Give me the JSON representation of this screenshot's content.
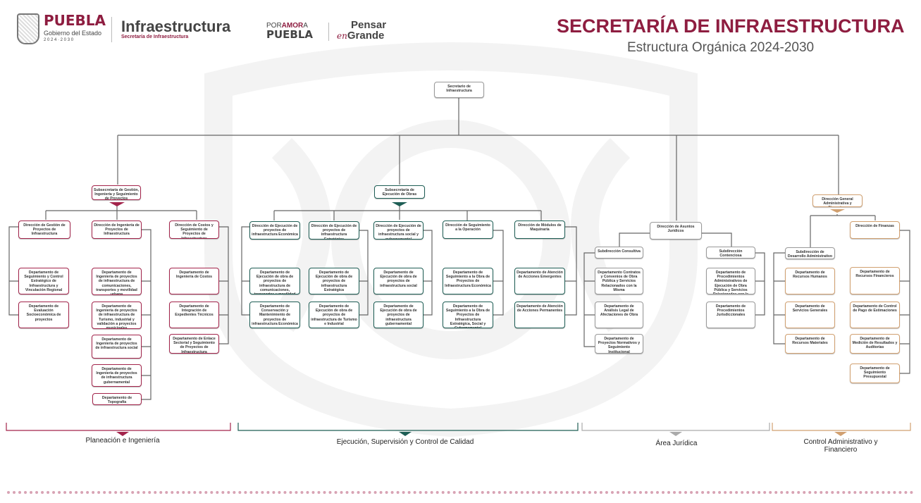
{
  "header": {
    "logo_puebla": {
      "name": "PUEBLA",
      "sub": "Gobierno del Estado",
      "years": "2 0 2 4 · 2 0 3 0"
    },
    "logo_infra": {
      "name": "Infraestructura",
      "sub": "Secretaría de Infraestructura"
    },
    "logo_amor": {
      "top_a": "POR",
      "top_b": "AMOR",
      "top_c": "A",
      "bottom": "PUEBLA"
    },
    "logo_pensar": {
      "top": "Pensar",
      "en": "en",
      "bottom": "Grande"
    },
    "title": "SECRETARÍA DE INFRAESTRUCTURA",
    "subtitle": "Estructura Orgánica 2024-2030"
  },
  "colors": {
    "maroon": "#a3244b",
    "green": "#1e5e55",
    "gray": "#999999",
    "orange": "#d1a070"
  },
  "secretario": "Secretario de Infraestructura",
  "sections": [
    {
      "head": "Subsecretaría de Gestión, Ingeniería y Seguimiento de Proyectos",
      "footer_label": "Planeación e Ingeniería",
      "direcciones": [
        {
          "title": "Dirección de Gestión de Proyectos de Infraestructura",
          "departments": [
            "Departamento de Seguimiento y Control Estratégico de Infraestructura y Vinculación Regional",
            "Departamento de Evaluación Socioeconómica de proyectos"
          ]
        },
        {
          "title": "Dirección de Ingeniería de Proyectos de Infraestructura",
          "departments": [
            "Departamento de Ingeniería de proyectos de infraestructura de comunicaciones, transportes y movilidad urbana",
            "Departamento de Ingeniería de proyectos de infraestructura de Turismo, industrial y validación a proyectos municipales",
            "Departamento de Ingeniería de proyectos de infraestructura social",
            "Departamento de Ingeniería de proyectos de infraestructura gubernamental",
            "Departamento de Topografía"
          ]
        },
        {
          "title": "Dirección de Costos y Seguimiento de Proyectos de Infraestructura",
          "departments": [
            "Departamento de Ingeniería de Costos",
            "Departamento de Integración de Expedientes Técnicos",
            "Departamento de Enlace Sectorial y Seguimiento de Proyectos de Infraestructura"
          ]
        }
      ]
    },
    {
      "head": "Subsecretaría de Ejecución de Obras",
      "footer_label": "Ejecución, Supervisión y Control de Calidad",
      "direcciones": [
        {
          "title": "Dirección de Ejecución de proyectos de infraestructura Económica",
          "departments": [
            "Departamento de Ejecución de obra de proyectos de infraestructura de comunicaciones, transportes y movilidad urbana",
            "Departamento de Conservación y Mantenimiento de proyectos de infraestructura Económica"
          ]
        },
        {
          "title": "Dirección de Ejecución de proyectos de infraestructura Estratégica",
          "departments": [
            "Departamento de Ejecución de obra de proyectos de infraestructura Estratégica",
            "Departamento de Ejecución de obra de proyectos de infraestructura de Turismo e Industrial"
          ]
        },
        {
          "title": "Dirección de Ejecución de proyectos de infraestructura social y gubernamental",
          "departments": [
            "Departamento de Ejecución de obra de proyectos de infraestructura social",
            "Departamento de Ejecución de obra de proyectos de infraestructura gubernamental"
          ]
        },
        {
          "title": "Dirección de Seguimiento a la Operación",
          "departments": [
            "Departamento de Seguimiento a la Obra de Proyectos de Infraestructura Económica",
            "Departamento de Seguimiento a la Obra de Proyectos de Infraestructura Estratégica, Social y Gubernamental"
          ]
        },
        {
          "title": "Dirección de Módulos de Maquinaria",
          "departments": [
            "Departamento de Atención de Acciones Emergentes",
            "Departamento de Atención de Acciones Permanentes"
          ]
        }
      ]
    },
    {
      "head": "Dirección de Asuntos Jurídicos",
      "footer_label": "Área Jurídica",
      "direcciones": [
        {
          "title": "Subdirección Consultiva",
          "departments": [
            "Departamento Contratos y Convenios de Obra Pública y Servicios Relacionados con la Misma",
            "Departamento de Análisis Legal de Afectaciones de Obra",
            "Departamento de Proyectos Normativos y Seguimiento Institucional"
          ]
        },
        {
          "title": "Subdirección Contenciosa",
          "departments": [
            "Departamento de Procedimientos Administrativos de Ejecución de Obra Pública y Servicios Relacionados con la Misma",
            "Departamento de Procedimientos Jurisdiccionales"
          ]
        }
      ]
    },
    {
      "head": "Dirección General Administrativa y Financiera",
      "footer_label": "Control Administrativo y Financiero",
      "direcciones": [
        {
          "title": "Subdirección de Desarrollo Administrativo",
          "departments": [
            "Departamento de Recursos Humanos",
            "Departamento de Servicios Generales",
            "Departamento de Recursos Materiales"
          ]
        },
        {
          "title": "Dirección de Finanzas",
          "departments": [
            "Departamento de Recursos Financieros",
            "Departamento de Control de Pago de Estimaciones",
            "Departamento de Medición de Resultados y Auditorías",
            "Departamento de Seguimiento Presupuestal"
          ]
        }
      ]
    }
  ]
}
